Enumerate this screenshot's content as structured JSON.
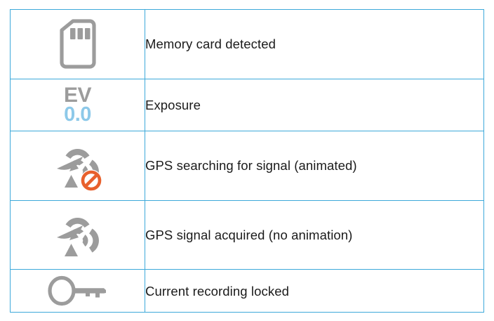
{
  "table": {
    "border_color": "#3da9da",
    "columns": [
      "icon",
      "description"
    ],
    "rows": [
      {
        "icon": "memory-card-icon",
        "icon_color": "#9c9c9c",
        "label": "Memory card detected"
      },
      {
        "icon": "exposure-ev-icon",
        "ev_text": "EV",
        "ev_value": "0.0",
        "ev_text_color": "#9c9c9c",
        "ev_value_color": "#8dc9e9",
        "label": "Exposure"
      },
      {
        "icon": "gps-searching-icon",
        "icon_color": "#9c9c9c",
        "badge": "no-signal-badge",
        "badge_color": "#e8602c",
        "label": "GPS searching for signal (animated)"
      },
      {
        "icon": "gps-acquired-icon",
        "icon_color": "#9c9c9c",
        "label": "GPS signal acquired (no animation)"
      },
      {
        "icon": "key-icon",
        "icon_color": "#9c9c9c",
        "label": "Current recording locked"
      }
    ]
  }
}
